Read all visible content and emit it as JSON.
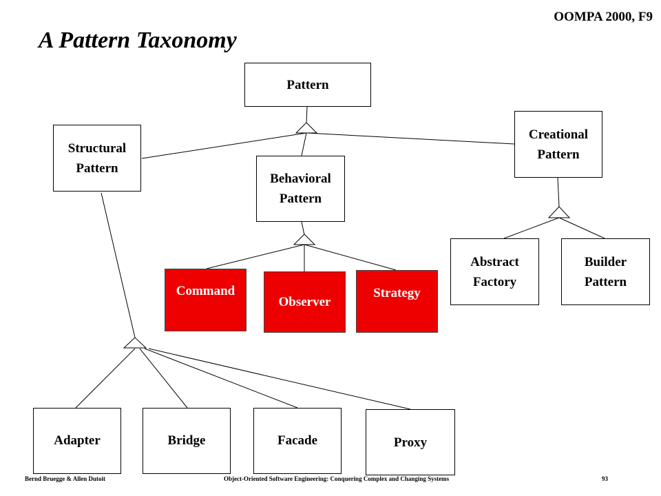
{
  "header": {
    "course": "OOMPA 2000, F9"
  },
  "title": "A Pattern Taxonomy",
  "nodes": {
    "pattern": "Pattern",
    "structural_line1": "Structural",
    "structural_line2": "Pattern",
    "behavioral_line1": "Behavioral",
    "behavioral_line2": "Pattern",
    "creational_line1": "Creational",
    "creational_line2": "Pattern",
    "command": "Command",
    "observer": "Observer",
    "strategy": "Strategy",
    "abstract_factory_line1": "Abstract",
    "abstract_factory_line2": "Factory",
    "builder_line1": "Builder",
    "builder_line2": "Pattern",
    "adapter": "Adapter",
    "bridge": "Bridge",
    "facade": "Facade",
    "proxy": "Proxy"
  },
  "highlight_color": "#ee0000",
  "footer": {
    "authors": "Bernd Bruegge & Allen Dutoit",
    "book": "Object-Oriented Software Engineering: Conquering Complex and Changing Systems",
    "page": "93"
  }
}
